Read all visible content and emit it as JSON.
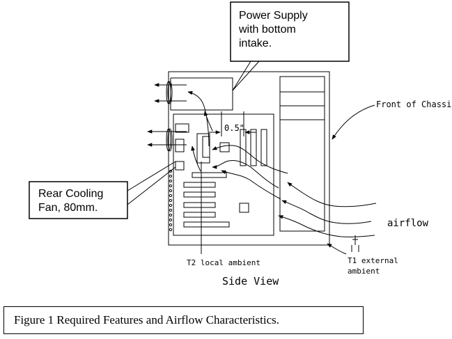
{
  "callouts": {
    "power_supply": [
      "Power Supply",
      "with bottom",
      "intake."
    ],
    "rear_fan": [
      "Rear Cooling",
      "Fan, 80mm."
    ]
  },
  "labels": {
    "front_of_chassis": "Front of Chassis",
    "gap": "0.5\"",
    "airflow": "airflow",
    "t2": "T2 local ambient",
    "t1": [
      "T1 external",
      "ambient"
    ],
    "side_view": "Side View"
  },
  "caption": "Figure 1  Required Features and Airflow Characteristics."
}
